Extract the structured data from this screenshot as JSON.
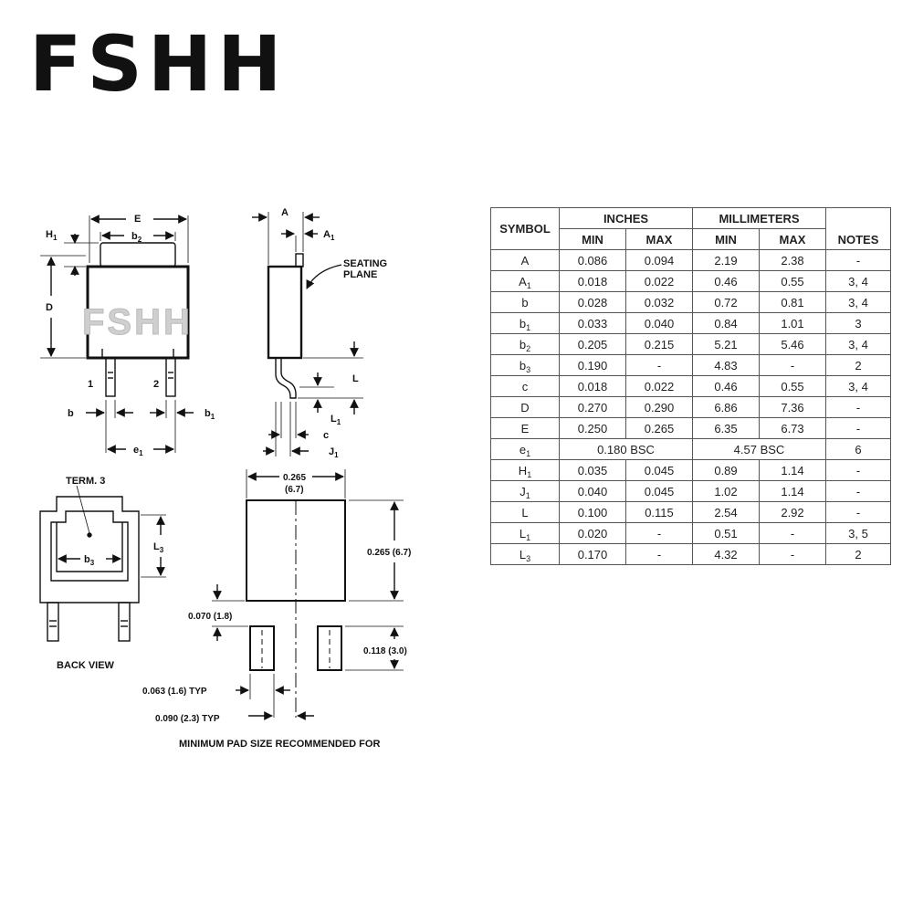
{
  "brand": "FSHH",
  "watermark": "FSHH",
  "diagram": {
    "front": {
      "E": "E",
      "b2": "b",
      "b2_sub": "2",
      "H1": "H",
      "H1_sub": "1",
      "D": "D",
      "pin1": "1",
      "pin2": "2",
      "b": "b",
      "b1": "b",
      "b1_sub": "1",
      "e1": "e",
      "e1_sub": "1"
    },
    "side": {
      "A": "A",
      "A1": "A",
      "A1_sub": "1",
      "seating1": "SEATING",
      "seating2": "PLANE",
      "L": "L",
      "L1": "L",
      "L1_sub": "1",
      "c": "c",
      "J1": "J",
      "J1_sub": "1"
    },
    "back": {
      "term": "TERM. 3",
      "L3": "L",
      "L3_sub": "3",
      "b3": "b",
      "b3_sub": "3",
      "caption": "BACK VIEW"
    },
    "pad": {
      "width_label1": "0.265",
      "width_label2": "(6.7)",
      "height_label": "0.265 (6.7)",
      "gap_label": "0.070 (1.8)",
      "pad_h_label": "0.118 (3.0)",
      "pad_w_label": "0.063 (1.6) TYP",
      "pitch_label": "0.090 (2.3) TYP",
      "caption": "MINIMUM PAD SIZE RECOMMENDED FOR"
    }
  },
  "table": {
    "group_headers": [
      "INCHES",
      "MILLIMETERS"
    ],
    "symbol_header": "SYMBOL",
    "notes_header": "NOTES",
    "sub_headers": [
      "MIN",
      "MAX",
      "MIN",
      "MAX"
    ],
    "rows": [
      {
        "sym": "A",
        "sub": "",
        "in_min": "0.086",
        "in_max": "0.094",
        "mm_min": "2.19",
        "mm_max": "2.38",
        "notes": "-"
      },
      {
        "sym": "A",
        "sub": "1",
        "in_min": "0.018",
        "in_max": "0.022",
        "mm_min": "0.46",
        "mm_max": "0.55",
        "notes": "3, 4"
      },
      {
        "sym": "b",
        "sub": "",
        "in_min": "0.028",
        "in_max": "0.032",
        "mm_min": "0.72",
        "mm_max": "0.81",
        "notes": "3, 4"
      },
      {
        "sym": "b",
        "sub": "1",
        "in_min": "0.033",
        "in_max": "0.040",
        "mm_min": "0.84",
        "mm_max": "1.01",
        "notes": "3"
      },
      {
        "sym": "b",
        "sub": "2",
        "in_min": "0.205",
        "in_max": "0.215",
        "mm_min": "5.21",
        "mm_max": "5.46",
        "notes": "3, 4"
      },
      {
        "sym": "b",
        "sub": "3",
        "in_min": "0.190",
        "in_max": "-",
        "mm_min": "4.83",
        "mm_max": "-",
        "notes": "2"
      },
      {
        "sym": "c",
        "sub": "",
        "in_min": "0.018",
        "in_max": "0.022",
        "mm_min": "0.46",
        "mm_max": "0.55",
        "notes": "3, 4"
      },
      {
        "sym": "D",
        "sub": "",
        "in_min": "0.270",
        "in_max": "0.290",
        "mm_min": "6.86",
        "mm_max": "7.36",
        "notes": "-"
      },
      {
        "sym": "E",
        "sub": "",
        "in_min": "0.250",
        "in_max": "0.265",
        "mm_min": "6.35",
        "mm_max": "6.73",
        "notes": "-"
      },
      {
        "sym": "e",
        "sub": "1",
        "in_span": "0.180 BSC",
        "mm_span": "4.57 BSC",
        "notes": "6"
      },
      {
        "sym": "H",
        "sub": "1",
        "in_min": "0.035",
        "in_max": "0.045",
        "mm_min": "0.89",
        "mm_max": "1.14",
        "notes": "-"
      },
      {
        "sym": "J",
        "sub": "1",
        "in_min": "0.040",
        "in_max": "0.045",
        "mm_min": "1.02",
        "mm_max": "1.14",
        "notes": "-"
      },
      {
        "sym": "L",
        "sub": "",
        "in_min": "0.100",
        "in_max": "0.115",
        "mm_min": "2.54",
        "mm_max": "2.92",
        "notes": "-"
      },
      {
        "sym": "L",
        "sub": "1",
        "in_min": "0.020",
        "in_max": "-",
        "mm_min": "0.51",
        "mm_max": "-",
        "notes": "3, 5"
      },
      {
        "sym": "L",
        "sub": "3",
        "in_min": "0.170",
        "in_max": "-",
        "mm_min": "4.32",
        "mm_max": "-",
        "notes": "2"
      }
    ]
  }
}
